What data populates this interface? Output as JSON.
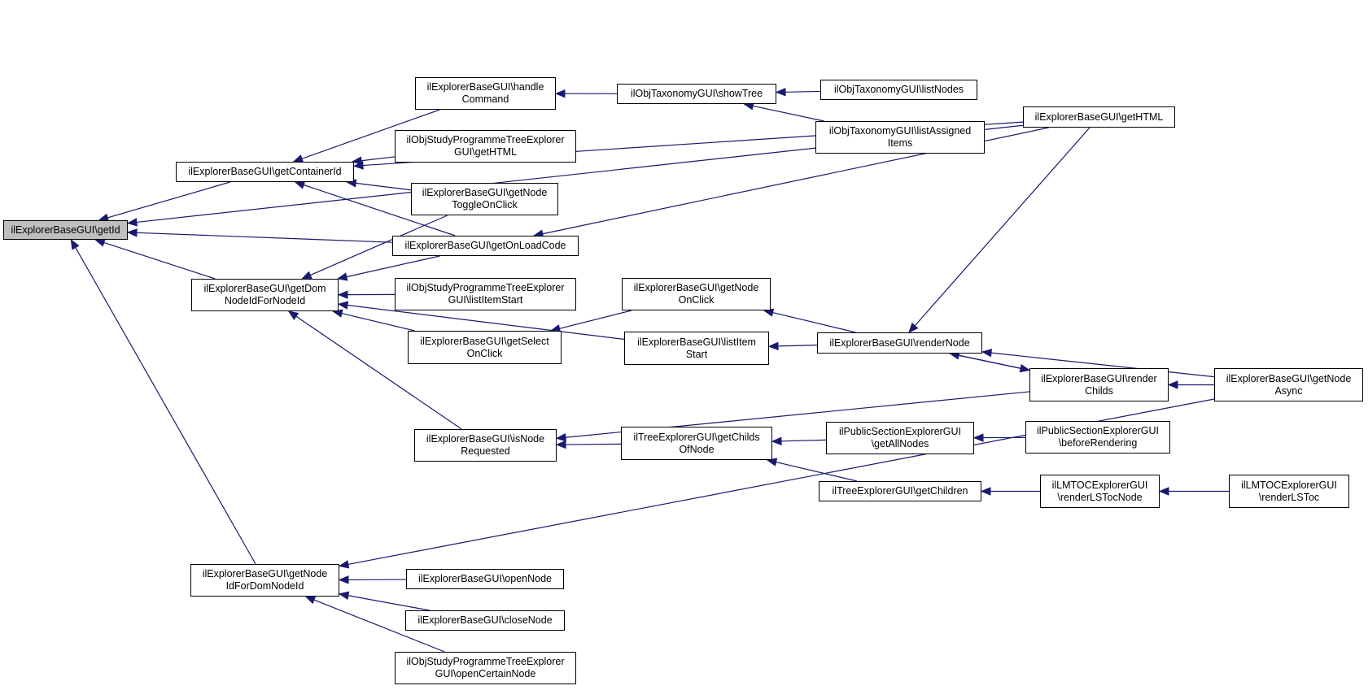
{
  "diagram": {
    "title": "Caller graph of ilExplorerBaseGUI\\getId",
    "edge_color": "#191970",
    "root_fill": "#bfbfbf",
    "nodes": [
      {
        "id": "getId",
        "lines": [
          "ilExplorerBaseGUI\\getId"
        ],
        "root": true
      },
      {
        "id": "getContainerId",
        "lines": [
          "ilExplorerBaseGUI\\getContainerId"
        ]
      },
      {
        "id": "getDomNodeIdForNodeId",
        "lines": [
          "ilExplorerBaseGUI\\getDom",
          "NodeIdForNodeId"
        ]
      },
      {
        "id": "getNodeIdForDomNodeId",
        "lines": [
          "ilExplorerBaseGUI\\getNode",
          "IdForDomNodeId"
        ]
      },
      {
        "id": "handleCommand",
        "lines": [
          "ilExplorerBaseGUI\\handle",
          "Command"
        ]
      },
      {
        "id": "studyGetHTML",
        "lines": [
          "ilObjStudyProgrammeTreeExplorer",
          "GUI\\getHTML"
        ]
      },
      {
        "id": "getNodeToggleOnClick",
        "lines": [
          "ilExplorerBaseGUI\\getNode",
          "ToggleOnClick"
        ]
      },
      {
        "id": "getOnLoadCode",
        "lines": [
          "ilExplorerBaseGUI\\getOnLoadCode"
        ]
      },
      {
        "id": "studyListItemStart",
        "lines": [
          "ilObjStudyProgrammeTreeExplorer",
          "GUI\\listItemStart"
        ]
      },
      {
        "id": "getSelectOnClick",
        "lines": [
          "ilExplorerBaseGUI\\getSelect",
          "OnClick"
        ]
      },
      {
        "id": "isNodeRequested",
        "lines": [
          "ilExplorerBaseGUI\\isNode",
          "Requested"
        ]
      },
      {
        "id": "openNode",
        "lines": [
          "ilExplorerBaseGUI\\openNode"
        ]
      },
      {
        "id": "closeNode",
        "lines": [
          "ilExplorerBaseGUI\\closeNode"
        ]
      },
      {
        "id": "openCertainNode",
        "lines": [
          "ilObjStudyProgrammeTreeExplorer",
          "GUI\\openCertainNode"
        ]
      },
      {
        "id": "showTree",
        "lines": [
          "ilObjTaxonomyGUI\\showTree"
        ]
      },
      {
        "id": "getNodeOnClick",
        "lines": [
          "ilExplorerBaseGUI\\getNode",
          "OnClick"
        ]
      },
      {
        "id": "listItemStart",
        "lines": [
          "ilExplorerBaseGUI\\listItem",
          "Start"
        ]
      },
      {
        "id": "getChildsOfNode",
        "lines": [
          "ilTreeExplorerGUI\\getChilds",
          "OfNode"
        ]
      },
      {
        "id": "listNodes",
        "lines": [
          "ilObjTaxonomyGUI\\listNodes"
        ]
      },
      {
        "id": "listAssignedItems",
        "lines": [
          "ilObjTaxonomyGUI\\listAssigned",
          "Items"
        ]
      },
      {
        "id": "renderNode",
        "lines": [
          "ilExplorerBaseGUI\\renderNode"
        ]
      },
      {
        "id": "getAllNodes",
        "lines": [
          "ilPublicSectionExplorerGUI",
          "\\getAllNodes"
        ]
      },
      {
        "id": "getChildren",
        "lines": [
          "ilTreeExplorerGUI\\getChildren"
        ]
      },
      {
        "id": "getHTML",
        "lines": [
          "ilExplorerBaseGUI\\getHTML"
        ]
      },
      {
        "id": "renderChilds",
        "lines": [
          "ilExplorerBaseGUI\\render",
          "Childs"
        ]
      },
      {
        "id": "beforeRendering",
        "lines": [
          "ilPublicSectionExplorerGUI",
          "\\beforeRendering"
        ]
      },
      {
        "id": "renderLSTocNode",
        "lines": [
          "ilLMTOCExplorerGUI",
          "\\renderLSTocNode"
        ]
      },
      {
        "id": "getNodeAsync",
        "lines": [
          "ilExplorerBaseGUI\\getNode",
          "Async"
        ]
      },
      {
        "id": "renderLSToc",
        "lines": [
          "ilLMTOCExplorerGUI",
          "\\renderLSToc"
        ]
      }
    ],
    "edges": [
      {
        "from": "getContainerId",
        "to": "getId"
      },
      {
        "from": "getDomNodeIdForNodeId",
        "to": "getId"
      },
      {
        "from": "getNodeIdForDomNodeId",
        "to": "getId"
      },
      {
        "from": "getOnLoadCode",
        "to": "getId"
      },
      {
        "from": "getHTML",
        "to": "getId"
      },
      {
        "from": "handleCommand",
        "to": "getContainerId"
      },
      {
        "from": "studyGetHTML",
        "to": "getContainerId"
      },
      {
        "from": "getNodeToggleOnClick",
        "to": "getContainerId"
      },
      {
        "from": "getOnLoadCode",
        "to": "getContainerId"
      },
      {
        "from": "getHTML",
        "to": "getContainerId"
      },
      {
        "from": "getNodeToggleOnClick",
        "to": "getDomNodeIdForNodeId"
      },
      {
        "from": "getOnLoadCode",
        "to": "getDomNodeIdForNodeId"
      },
      {
        "from": "studyListItemStart",
        "to": "getDomNodeIdForNodeId"
      },
      {
        "from": "getSelectOnClick",
        "to": "getDomNodeIdForNodeId"
      },
      {
        "from": "listItemStart",
        "to": "getDomNodeIdForNodeId"
      },
      {
        "from": "isNodeRequested",
        "to": "getDomNodeIdForNodeId"
      },
      {
        "from": "showTree",
        "to": "handleCommand"
      },
      {
        "from": "listNodes",
        "to": "showTree"
      },
      {
        "from": "listAssignedItems",
        "to": "showTree"
      },
      {
        "from": "getHTML",
        "to": "getOnLoadCode"
      },
      {
        "from": "getNodeOnClick",
        "to": "getSelectOnClick"
      },
      {
        "from": "renderNode",
        "to": "getNodeOnClick"
      },
      {
        "from": "renderNode",
        "to": "listItemStart"
      },
      {
        "from": "getHTML",
        "to": "renderNode"
      },
      {
        "from": "renderChilds",
        "to": "renderNode"
      },
      {
        "from": "getNodeAsync",
        "to": "renderNode"
      },
      {
        "from": "renderNode",
        "to": "renderChilds"
      },
      {
        "from": "getNodeAsync",
        "to": "renderChilds"
      },
      {
        "from": "renderChilds",
        "to": "isNodeRequested"
      },
      {
        "from": "getChildsOfNode",
        "to": "isNodeRequested"
      },
      {
        "from": "getAllNodes",
        "to": "getChildsOfNode"
      },
      {
        "from": "getChildren",
        "to": "getChildsOfNode"
      },
      {
        "from": "beforeRendering",
        "to": "getAllNodes"
      },
      {
        "from": "renderLSTocNode",
        "to": "getChildren"
      },
      {
        "from": "renderLSToc",
        "to": "renderLSTocNode"
      },
      {
        "from": "getNodeAsync",
        "to": "getNodeIdForDomNodeId"
      },
      {
        "from": "openNode",
        "to": "getNodeIdForDomNodeId"
      },
      {
        "from": "closeNode",
        "to": "getNodeIdForDomNodeId"
      },
      {
        "from": "openCertainNode",
        "to": "getNodeIdForDomNodeId"
      }
    ]
  }
}
